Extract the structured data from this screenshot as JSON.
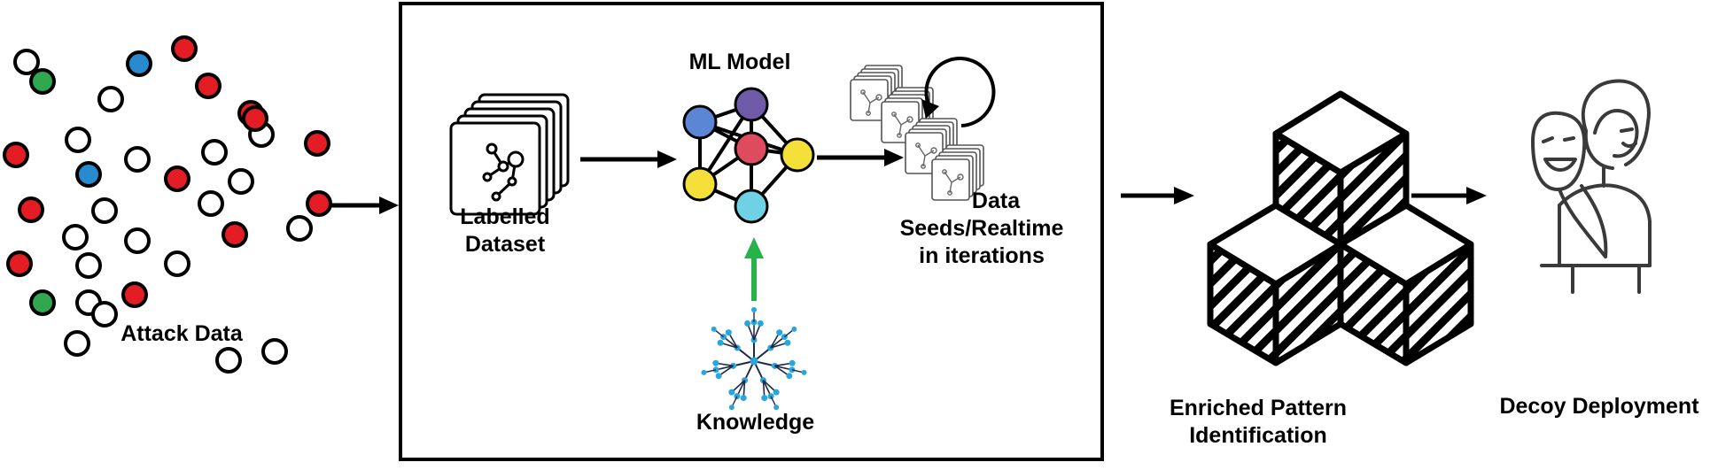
{
  "labels": {
    "attack_data": "Attack Data",
    "labelled_dataset_line1": "Labelled",
    "labelled_dataset_line2": "Dataset",
    "ml_model": "ML Model",
    "data_line1": "Data",
    "data_line2": "Seeds/Realtime",
    "data_line3": "in iterations",
    "knowledge": "Knowledge",
    "enriched_line1": "Enriched Pattern",
    "enriched_line2": "Identification",
    "decoy": "Decoy Deployment"
  },
  "colors": {
    "red": "#e41c24",
    "blue": "#2a8ad0",
    "green": "#2fa84f",
    "node_blue": "#5b86d6",
    "node_purple": "#6f5aa8",
    "node_red": "#df4b5e",
    "node_yellow": "#f5e03a",
    "node_cyan": "#6ed1e4",
    "knowledge_arrow": "#27b34a",
    "tree_dot": "#29a6e0"
  },
  "icons": {
    "dataset": "stacked-dataset-icon",
    "network": "neural-network-icon",
    "iterations": "iteration-cycle-icon",
    "knowledge": "knowledge-tree-icon",
    "cubes": "pattern-cubes-icon",
    "decoy": "decoy-mask-icon"
  }
}
